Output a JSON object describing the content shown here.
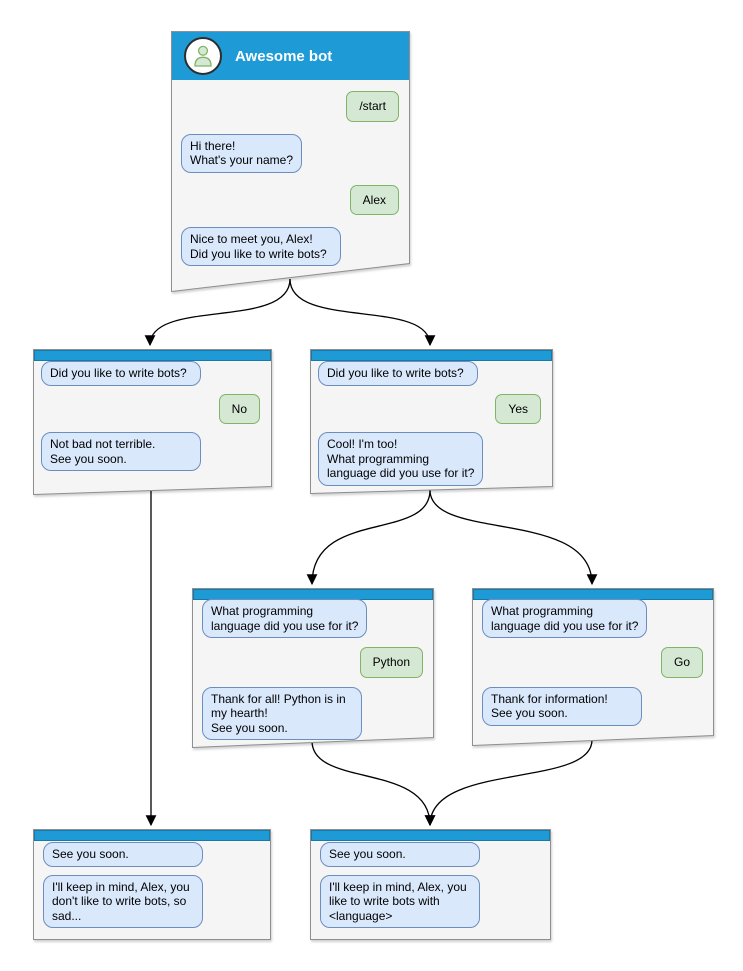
{
  "colors": {
    "header_blue": "#1e9bd7",
    "box_fill": "#f5f5f5",
    "box_border": "#8f8f8f",
    "bot_fill": "#dae8fc",
    "bot_border": "#6c8ebf",
    "user_fill": "#d5e8d4",
    "user_border": "#82b366",
    "arrow": "#000000",
    "text": "#000000"
  },
  "windows": {
    "main": {
      "title": "Awesome bot",
      "messages": [
        {
          "from": "user",
          "text": "/start"
        },
        {
          "from": "bot",
          "text": "Hi there!\nWhat's your name?"
        },
        {
          "from": "user",
          "text": "Alex"
        },
        {
          "from": "bot",
          "text": "Nice to meet you, Alex!\nDid you like to write bots?"
        }
      ]
    },
    "branch_no": {
      "messages": [
        {
          "from": "bot",
          "text": "Did you like to write bots?"
        },
        {
          "from": "user",
          "text": "No"
        },
        {
          "from": "bot",
          "text": "Not bad not terrible.\nSee you soon."
        }
      ]
    },
    "branch_yes": {
      "messages": [
        {
          "from": "bot",
          "text": "Did you like to write bots?"
        },
        {
          "from": "user",
          "text": "Yes"
        },
        {
          "from": "bot",
          "text": "Cool! I'm too!\nWhat programming\nlanguage did you use for it?"
        }
      ]
    },
    "branch_python": {
      "messages": [
        {
          "from": "bot",
          "text": "What programming\nlanguage did you use for it?"
        },
        {
          "from": "user",
          "text": "Python"
        },
        {
          "from": "bot",
          "text": "Thank for all! Python is in\nmy hearth!\nSee you soon."
        }
      ]
    },
    "branch_go": {
      "messages": [
        {
          "from": "bot",
          "text": "What programming\nlanguage did you use for it?"
        },
        {
          "from": "user",
          "text": "Go"
        },
        {
          "from": "bot",
          "text": "Thank for information!\nSee you soon."
        }
      ]
    },
    "final_no": {
      "messages": [
        {
          "from": "bot",
          "text": "See you soon."
        },
        {
          "from": "bot",
          "text": "I'll keep in mind, Alex, you\ndon't like to write bots, so\nsad..."
        }
      ]
    },
    "final_yes": {
      "messages": [
        {
          "from": "bot",
          "text": "See you soon."
        },
        {
          "from": "bot",
          "text": "I'll keep in mind, Alex, you\nlike to write bots with\n<language>"
        }
      ]
    }
  }
}
